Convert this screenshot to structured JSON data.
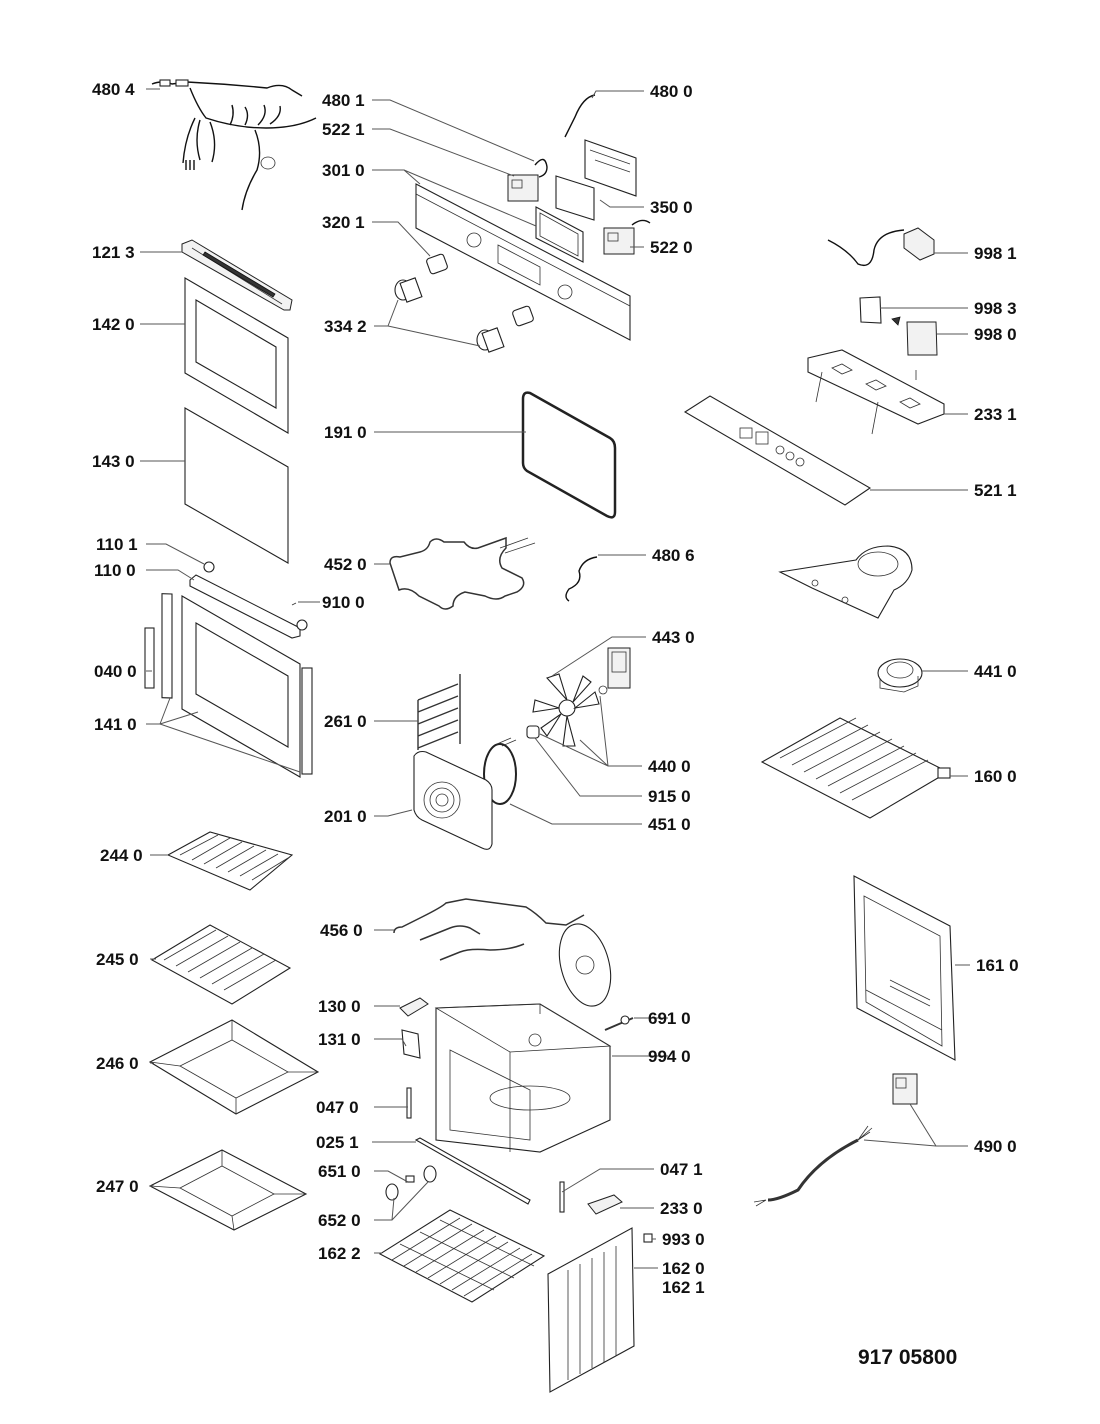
{
  "diagram": {
    "type": "exploded-parts-diagram",
    "subject": "built-in electric oven",
    "document_number": "917 05800",
    "part_labels": {
      "p4804": "480 4",
      "p4801": "480 1",
      "p5221": "522 1",
      "p3010": "301 0",
      "p3201": "320 1",
      "p3342": "334 2",
      "p4800": "480 0",
      "p3500": "350 0",
      "p5220": "522 0",
      "p1213": "121 3",
      "p1420": "142 0",
      "p1430": "143 0",
      "p1910": "191 0",
      "p9981": "998 1",
      "p9983": "998 3",
      "p9980": "998 0",
      "p2331": "233 1",
      "p5211": "521 1",
      "p1101": "110 1",
      "p1100": "110 0",
      "p9100": "910 0",
      "p0400": "040 0",
      "p1410": "141 0",
      "p4520": "452 0",
      "p4806": "480 6",
      "p4430": "443 0",
      "p2610": "261 0",
      "p4400": "440 0",
      "p9150": "915 0",
      "p4510": "451 0",
      "p2010": "201 0",
      "p4410": "441 0",
      "p1600": "160 0",
      "p2440": "244 0",
      "p4560": "456 0",
      "p1610": "161 0",
      "p2450": "245 0",
      "p1300": "130 0",
      "p6910": "691 0",
      "p1310": "131 0",
      "p9940": "994 0",
      "p2460": "246 0",
      "p0470": "047 0",
      "p0251": "025 1",
      "p4900": "490 0",
      "p0471": "047 1",
      "p6510": "651 0",
      "p2470": "247 0",
      "p2330": "233 0",
      "p6520": "652 0",
      "p9930": "993 0",
      "p1622": "162 2",
      "p1620": "162 0",
      "p1621": "162 1"
    },
    "colors": {
      "line": "#222222",
      "text": "#111111",
      "background": "#ffffff"
    }
  }
}
